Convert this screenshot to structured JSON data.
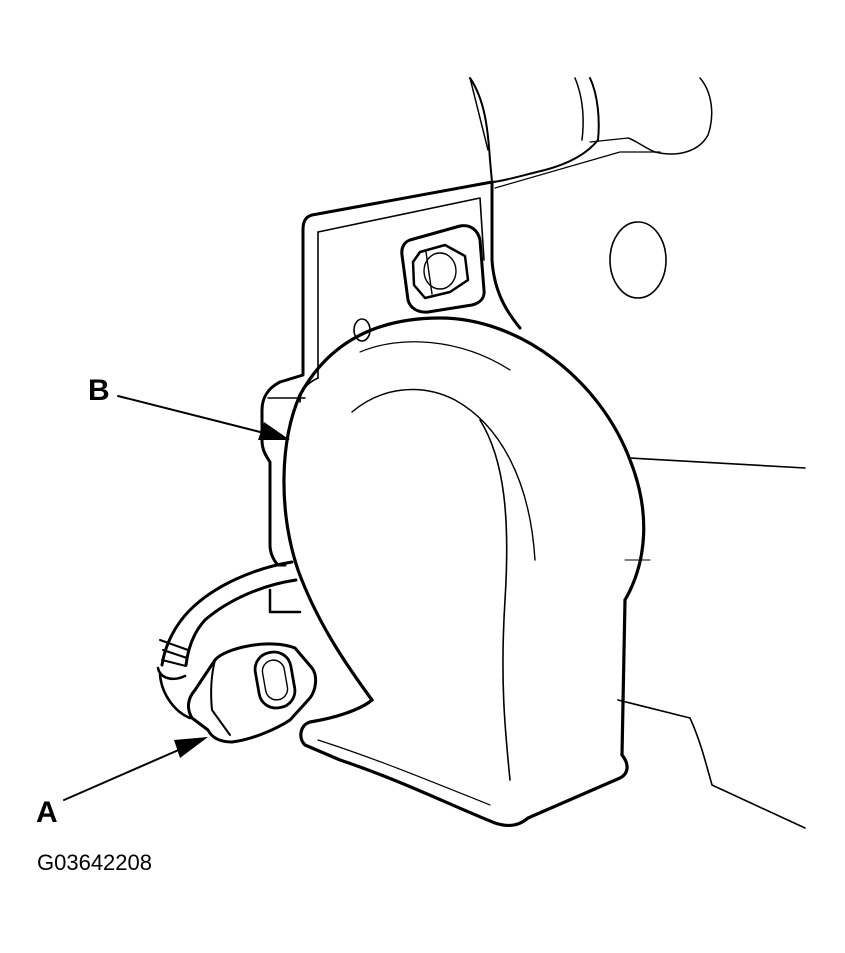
{
  "figure": {
    "callouts": {
      "a": "A",
      "b": "B"
    },
    "figure_id": "G03642208"
  },
  "colors": {
    "ink": "#000000",
    "paper": "#ffffff"
  }
}
